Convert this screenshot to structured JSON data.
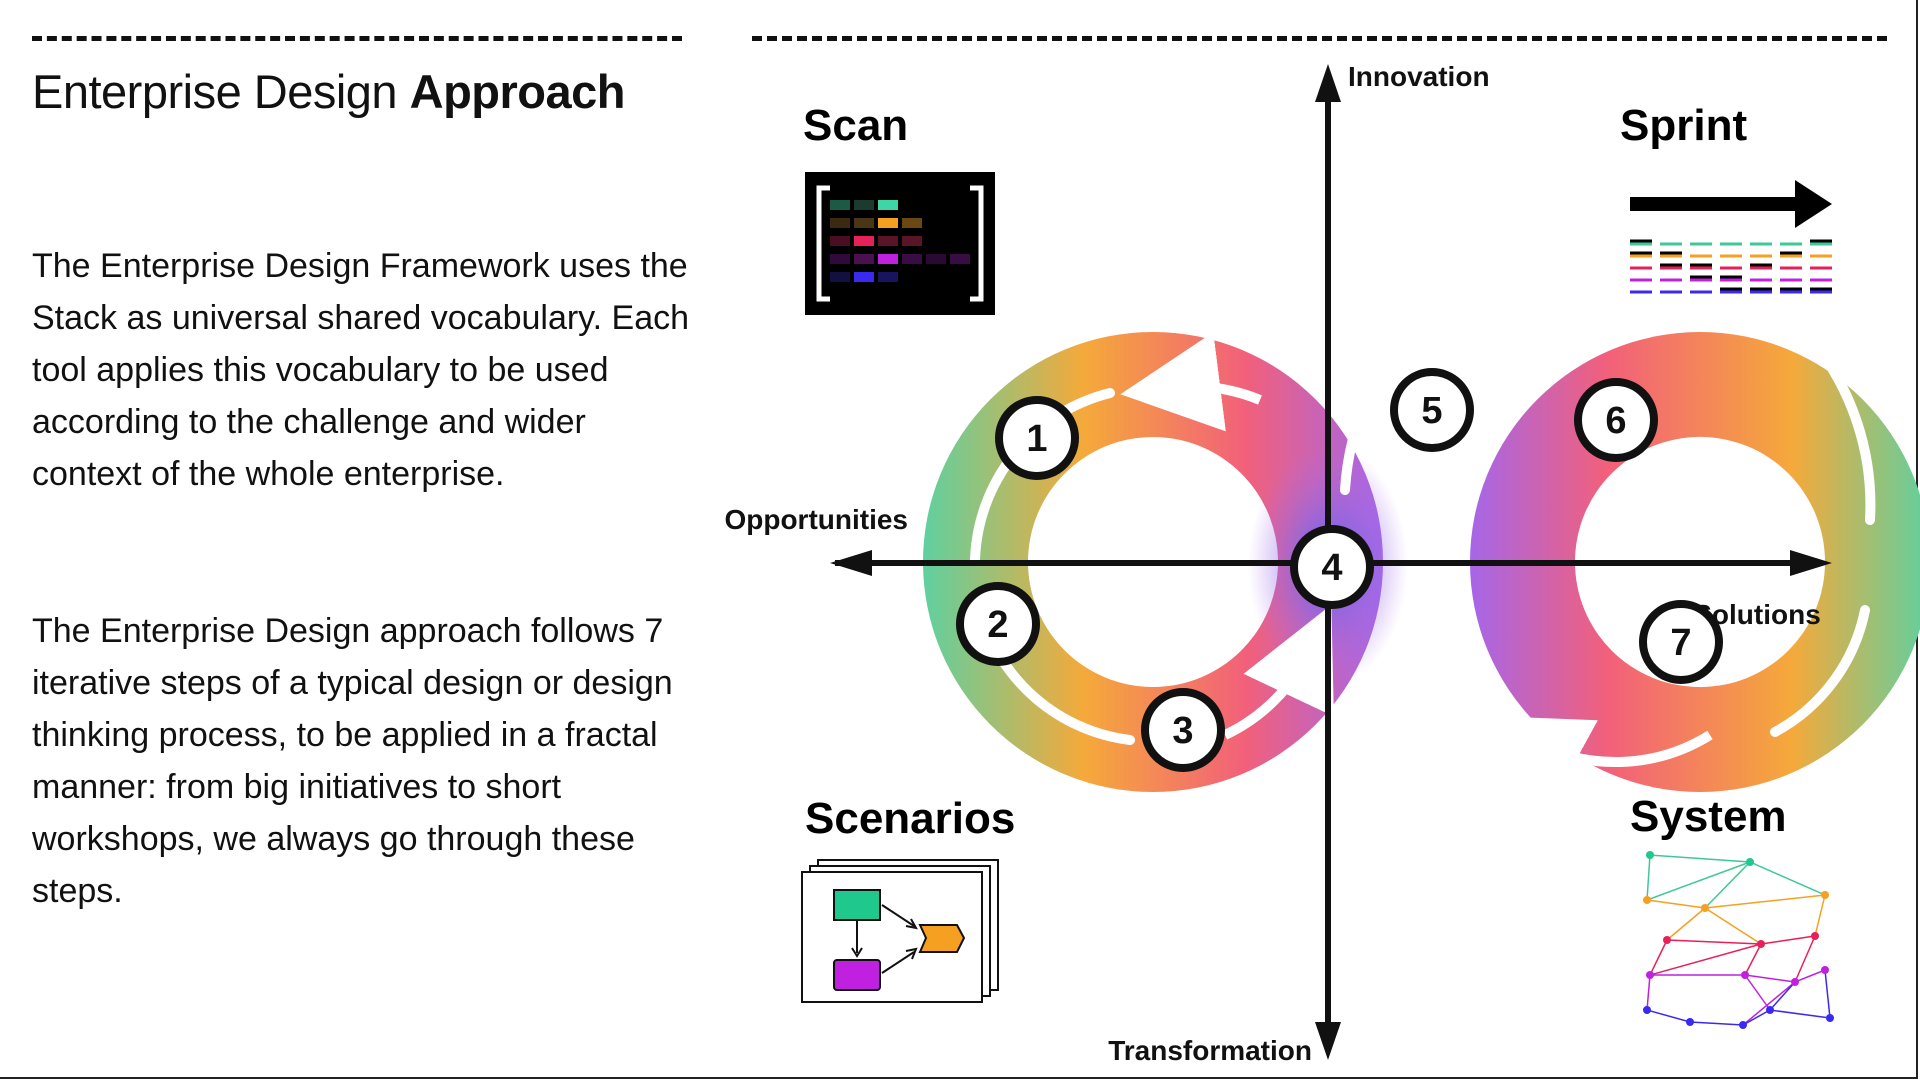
{
  "page": {
    "title_regular": "Enterprise Design",
    "title_bold": "Approach",
    "paragraph_1": "The Enterprise Design Framework uses the Stack as universal shared vocabulary. Each tool applies this vocabulary to be used according to the challenge and wider context of the whole enterprise.",
    "paragraph_2": "The Enterprise Design approach follows 7 iterative steps of a typical design or design thinking process, to be applied in a fractal manner: from big initiatives to short workshops, we always go through these steps."
  },
  "diagram": {
    "axes": {
      "top": "Innovation",
      "bottom": "Transformation",
      "left": "Opportunities",
      "right": "Solutions"
    },
    "quadrants": {
      "top_left": {
        "label": "Scan",
        "icon": "scan-matrix-icon"
      },
      "top_right": {
        "label": "Sprint",
        "icon": "sprint-arrow-icon"
      },
      "bottom_left": {
        "label": "Scenarios",
        "icon": "scenario-cards-icon"
      },
      "bottom_right": {
        "label": "System",
        "icon": "system-network-icon"
      }
    },
    "steps": [
      "1",
      "2",
      "3",
      "4",
      "5",
      "6",
      "7"
    ],
    "colors": {
      "green": "#5fd0a0",
      "orange": "#f5a93a",
      "pink": "#f2607a",
      "violet": "#a666e8",
      "blue": "#4a58e8",
      "ink": "#111111"
    }
  }
}
